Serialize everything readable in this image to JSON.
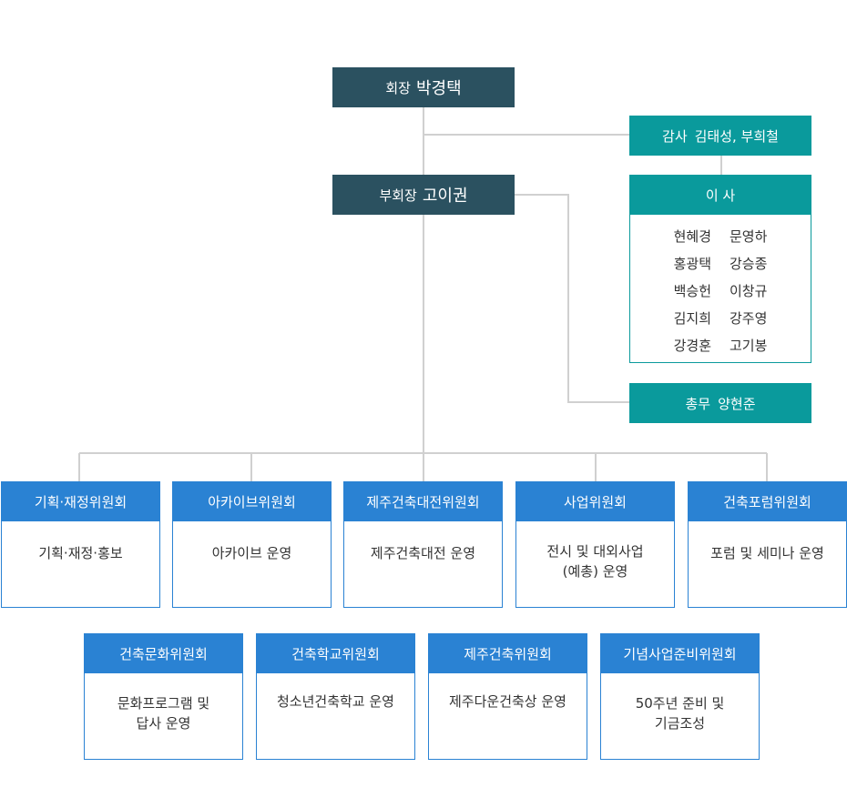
{
  "president": {
    "role": "회장",
    "name": "박경택"
  },
  "vice_president": {
    "role": "부회장",
    "name": "고이권"
  },
  "auditors": {
    "role": "감사",
    "names": "김태성, 부희철"
  },
  "directors": {
    "title": "이 사",
    "members": [
      [
        "현혜경",
        "문영하"
      ],
      [
        "홍광택",
        "강승종"
      ],
      [
        "백승헌",
        "이창규"
      ],
      [
        "김지희",
        "강주영"
      ],
      [
        "강경훈",
        "고기봉"
      ]
    ]
  },
  "general_affairs": {
    "role": "총무",
    "name": "양현준"
  },
  "committees": [
    {
      "name": "기획·재정위원회",
      "duty": "기획·재정·홍보"
    },
    {
      "name": "아카이브위원회",
      "duty": "아카이브 운영"
    },
    {
      "name": "제주건축대전위원회",
      "duty": "제주건축대전 운영"
    },
    {
      "name": "사업위원회",
      "duty": "전시 및 대외사업\n(예총) 운영"
    },
    {
      "name": "건축포럼위원회",
      "duty": "포럼 및 세미나 운영"
    },
    {
      "name": "건축문화위원회",
      "duty": "문화프로그램 및\n답사 운영"
    },
    {
      "name": "건축학교위원회",
      "duty": "청소년건축학교 운영"
    },
    {
      "name": "제주건축위원회",
      "duty": "제주다운건축상 운영"
    },
    {
      "name": "기념사업준비위원회",
      "duty": "50주년 준비 및\n기금조성"
    }
  ],
  "colors": {
    "dark_box": "#2b5160",
    "teal_box": "#0a9a9c",
    "committee_blue": "#2a82d3",
    "connector": "#d0d0d0"
  }
}
